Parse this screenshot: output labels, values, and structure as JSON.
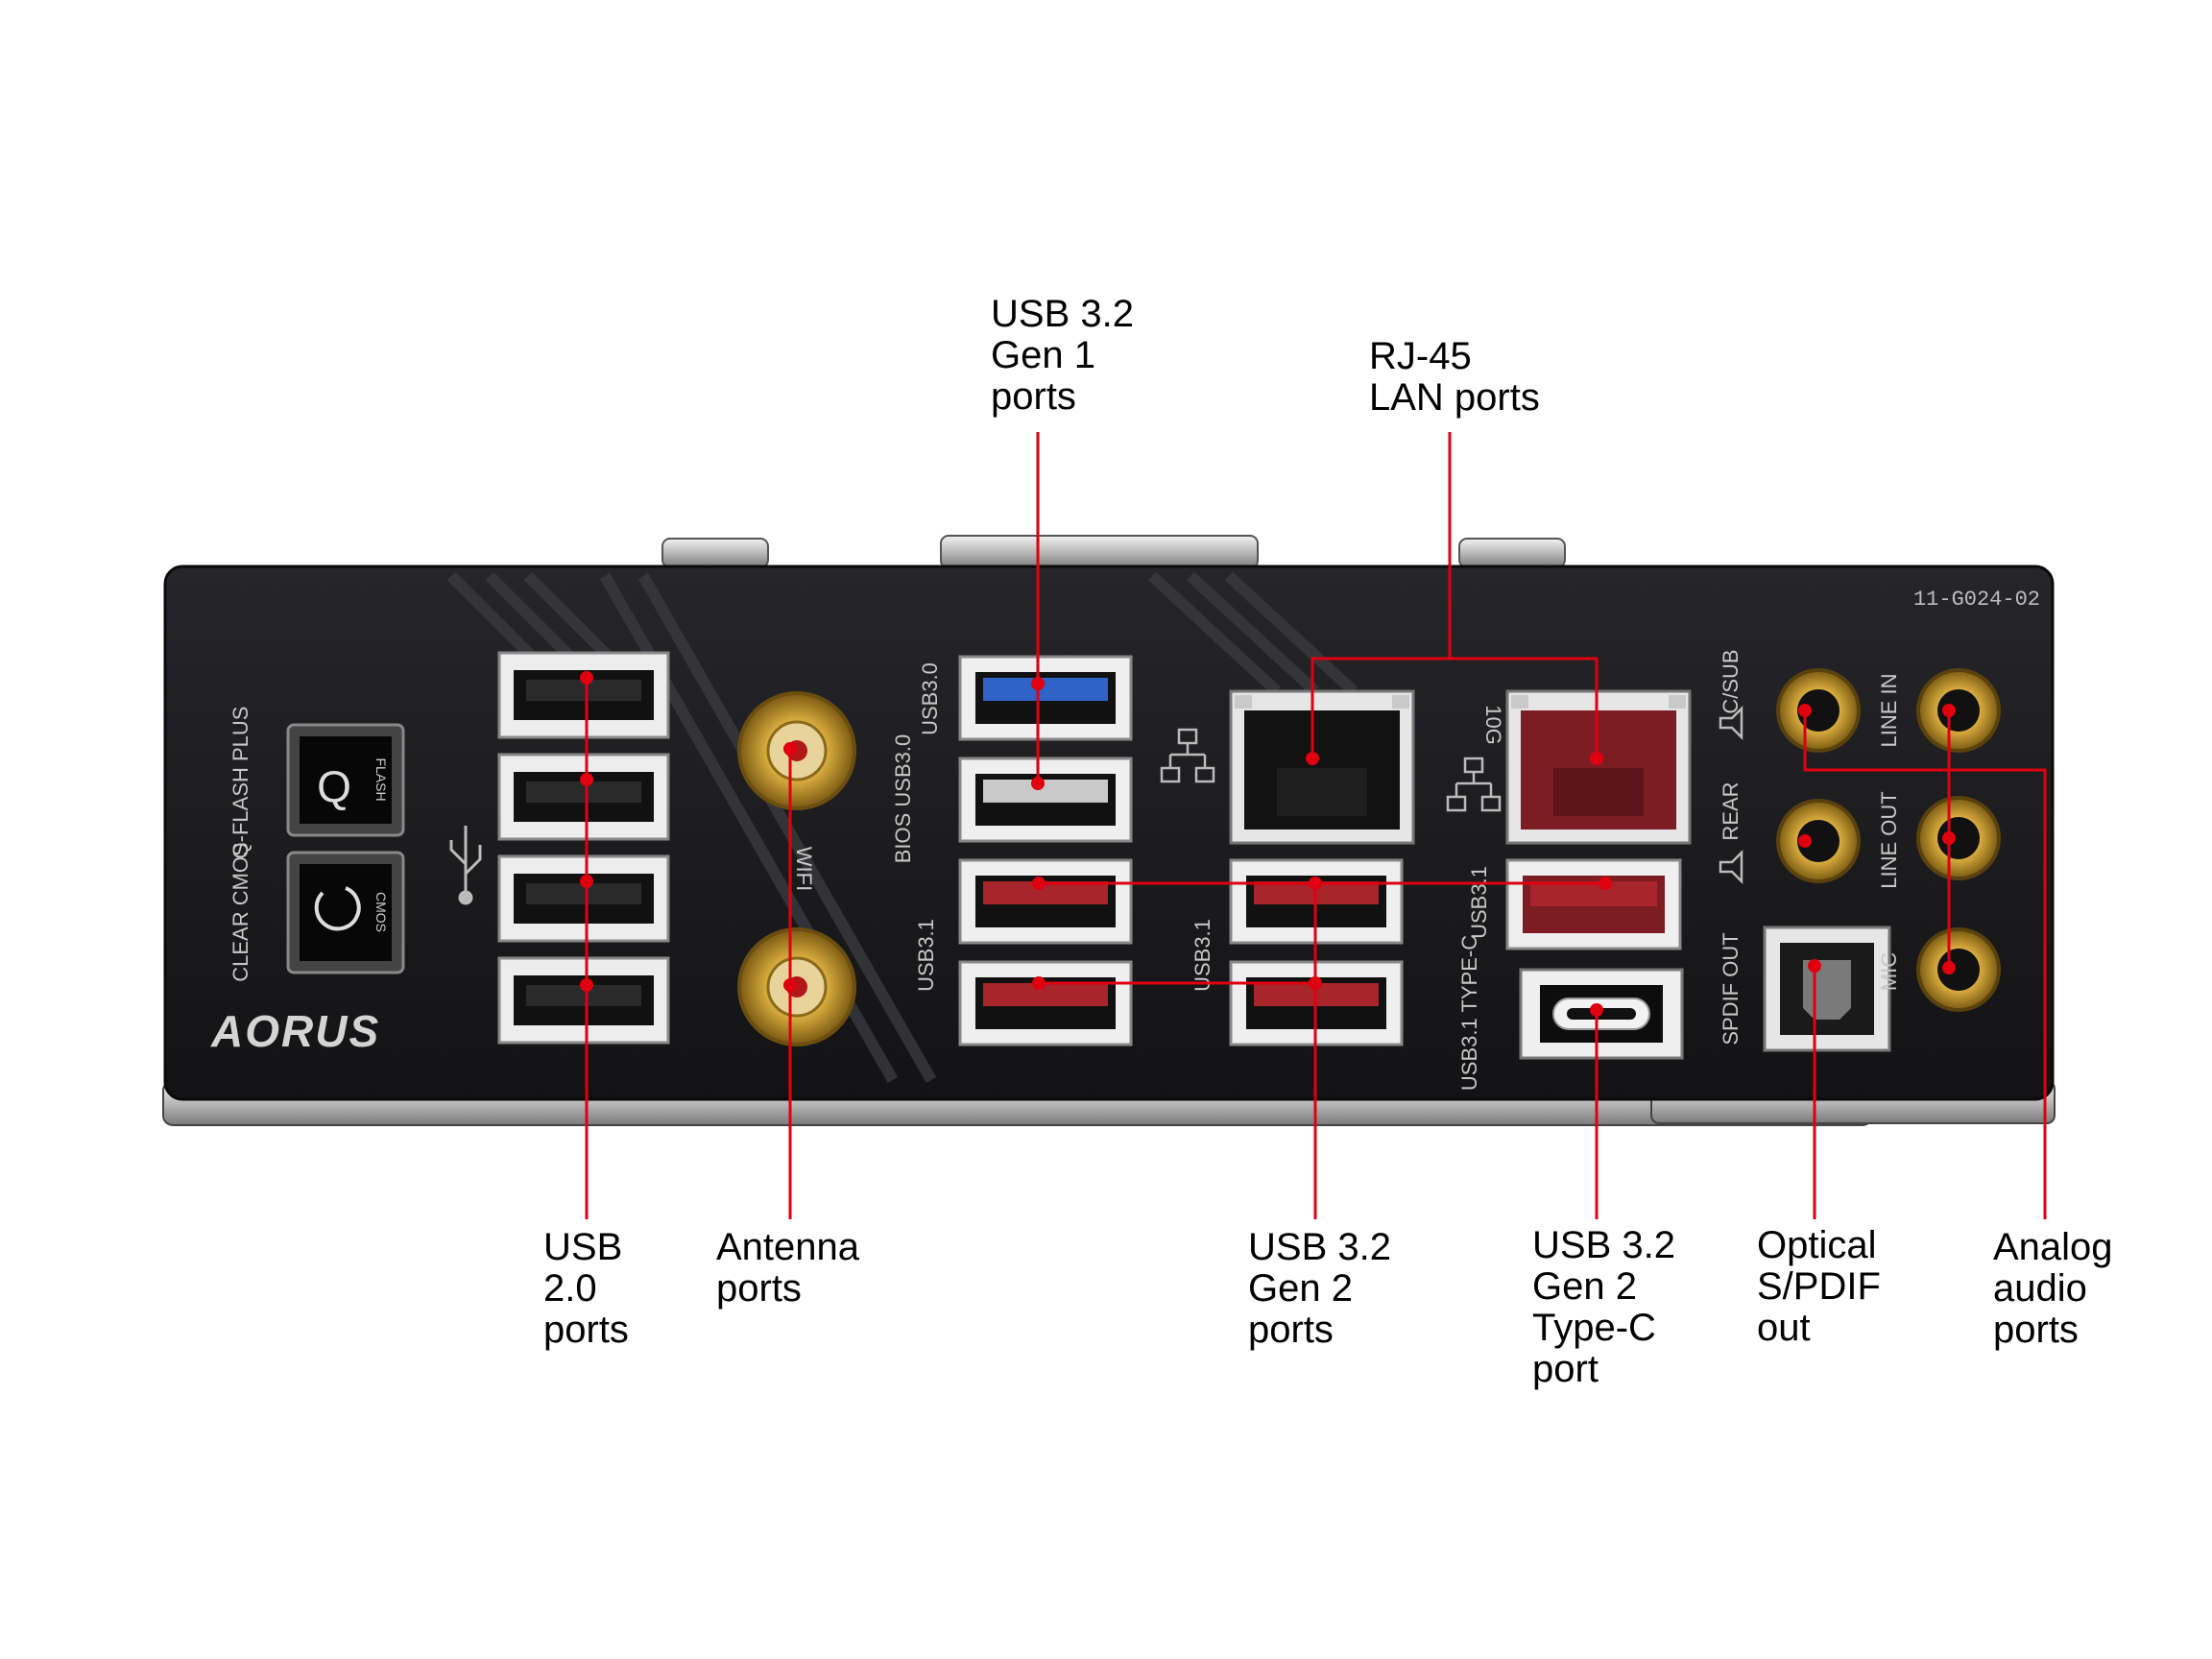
{
  "panel": {
    "brand": "AORUS",
    "part_number": "11-G024-02",
    "silkscreen": {
      "qflash": "Q-FLASH PLUS",
      "qflash_btn": "FLASH",
      "clear_cmos": "CLEAR CMOS",
      "cmos_btn": "CMOS",
      "wifi": "WIFI",
      "usb30": "USB3.0",
      "bios_usb30": "BIOS USB3.0",
      "usb31_left": "USB3.1",
      "usb31_mid": "USB3.1",
      "usb31_right": "USB3.1",
      "lan_10g": "10G",
      "typec": "USB3.1 TYPE-C",
      "spdif": "SPDIF OUT",
      "rear": "REAR",
      "csub": "C/SUB",
      "line_in": "LINE IN",
      "line_out": "LINE OUT",
      "mic": "MIC"
    }
  },
  "callouts": {
    "usb32_gen1": [
      "USB 3.2",
      "Gen 1",
      "ports"
    ],
    "rj45": [
      "RJ-45",
      "LAN ports"
    ],
    "usb20": [
      "USB",
      "2.0",
      "ports"
    ],
    "antenna": [
      "Antenna",
      "ports"
    ],
    "usb32_gen2": [
      "USB 3.2",
      "Gen 2",
      "ports"
    ],
    "typec": [
      "USB 3.2",
      "Gen 2",
      "Type-C",
      "port"
    ],
    "spdif": [
      "Optical",
      "S/PDIF",
      "out"
    ],
    "audio": [
      "Analog",
      "audio",
      "ports"
    ]
  },
  "colors": {
    "panel": "#1a1a1c",
    "callout": "#e0000f",
    "usb_blue": "#2f63c8",
    "usb_red": "#a8252b",
    "lan_red": "#7c1d24",
    "gold": "#c8a23c"
  }
}
